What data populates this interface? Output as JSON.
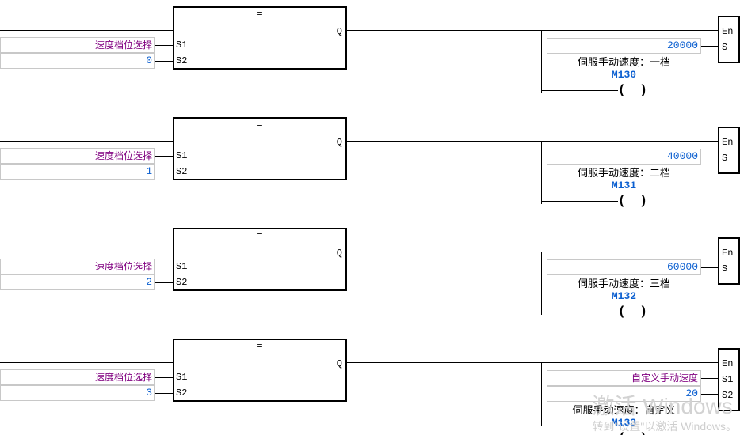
{
  "editor": {
    "language": "ladder-logic",
    "colors": {
      "symbol": "#800080",
      "value": "#0b5fd0",
      "wire": "#000000",
      "field_border": "#c8c8c8",
      "watermark": "#d2d2d2"
    }
  },
  "rungs": [
    {
      "id": "rung-1",
      "compare": {
        "operator": "=",
        "output_label": "Q",
        "inputs": [
          {
            "terminal": "S1",
            "value": "速度档位选择",
            "kind": "symbol"
          },
          {
            "terminal": "S2",
            "value": "0",
            "kind": "number"
          }
        ]
      },
      "output_block": {
        "terminals": [
          "En",
          "S"
        ],
        "inputs": [
          {
            "terminal": "S",
            "value": "20000",
            "kind": "number"
          }
        ]
      },
      "coil": {
        "symbol": "( )",
        "comment": "伺服手动速度：一档",
        "address": "M130"
      }
    },
    {
      "id": "rung-2",
      "compare": {
        "operator": "=",
        "output_label": "Q",
        "inputs": [
          {
            "terminal": "S1",
            "value": "速度档位选择",
            "kind": "symbol"
          },
          {
            "terminal": "S2",
            "value": "1",
            "kind": "number"
          }
        ]
      },
      "output_block": {
        "terminals": [
          "En",
          "S"
        ],
        "inputs": [
          {
            "terminal": "S",
            "value": "40000",
            "kind": "number"
          }
        ]
      },
      "coil": {
        "symbol": "( )",
        "comment": "伺服手动速度：二档",
        "address": "M131"
      }
    },
    {
      "id": "rung-3",
      "compare": {
        "operator": "=",
        "output_label": "Q",
        "inputs": [
          {
            "terminal": "S1",
            "value": "速度档位选择",
            "kind": "symbol"
          },
          {
            "terminal": "S2",
            "value": "2",
            "kind": "number"
          }
        ]
      },
      "output_block": {
        "terminals": [
          "En",
          "S"
        ],
        "inputs": [
          {
            "terminal": "S",
            "value": "60000",
            "kind": "number"
          }
        ]
      },
      "coil": {
        "symbol": "( )",
        "comment": "伺服手动速度：三档",
        "address": "M132"
      }
    },
    {
      "id": "rung-4",
      "compare": {
        "operator": "=",
        "output_label": "Q",
        "inputs": [
          {
            "terminal": "S1",
            "value": "速度档位选择",
            "kind": "symbol"
          },
          {
            "terminal": "S2",
            "value": "3",
            "kind": "number"
          }
        ]
      },
      "output_block": {
        "terminals": [
          "En",
          "S1",
          "S2"
        ],
        "inputs": [
          {
            "terminal": "S1",
            "value": "自定义手动速度",
            "kind": "symbol"
          },
          {
            "terminal": "S2",
            "value": "20",
            "kind": "number"
          }
        ]
      },
      "coil": {
        "symbol": "( )",
        "comment": "伺服手动速度：自定义",
        "address": "M133"
      }
    }
  ],
  "watermark": {
    "title": "激活 Windows",
    "subtitle": "转到\"设置\"以激活 Windows。"
  }
}
